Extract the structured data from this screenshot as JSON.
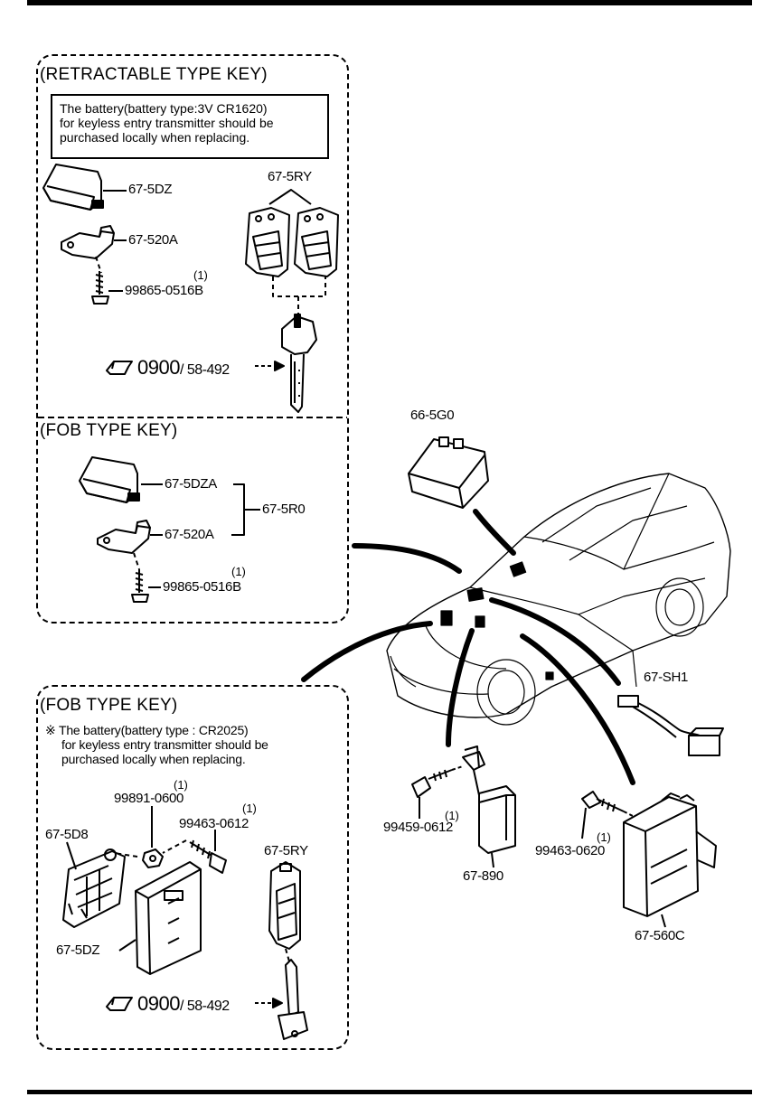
{
  "retractable": {
    "title": "(RETRACTABLE TYPE KEY)",
    "note_lines": [
      "The battery(battery type:3V CR1620)",
      "for keyless entry transmitter should be",
      "purchased locally when replacing."
    ],
    "parts": {
      "p1": "67-5DZ",
      "p2": "67-520A",
      "p3": "99865-0516B",
      "p3_qty": "(1)",
      "p4": "67-5RY"
    },
    "ref_page": "0900",
    "ref_fig": "/ 58-492"
  },
  "fob_upper": {
    "title": "(FOB TYPE KEY)",
    "parts": {
      "p1": "67-5DZA",
      "p2": "67-520A",
      "p3": "67-5R0",
      "p4": "99865-0516B",
      "p4_qty": "(1)"
    }
  },
  "fob_lower": {
    "title": "(FOB TYPE KEY)",
    "note_lines": [
      "※ The battery(battery type : CR2025)",
      "for keyless entry transmitter should be",
      "purchased locally when replacing."
    ],
    "parts": {
      "p1": "99891-0600",
      "p1_qty": "(1)",
      "p2": "99463-0612",
      "p2_qty": "(1)",
      "p3": "67-5D8",
      "p4": "67-5RY",
      "p5": "67-5DZ"
    },
    "ref_page": "0900",
    "ref_fig": "/ 58-492"
  },
  "vehicle_parts": {
    "p1": "66-5G0",
    "p2": "67-SH1",
    "p3": "99459-0612",
    "p3_qty": "(1)",
    "p4": "67-890",
    "p5": "99463-0620",
    "p5_qty": "(1)",
    "p6": "67-560C"
  }
}
